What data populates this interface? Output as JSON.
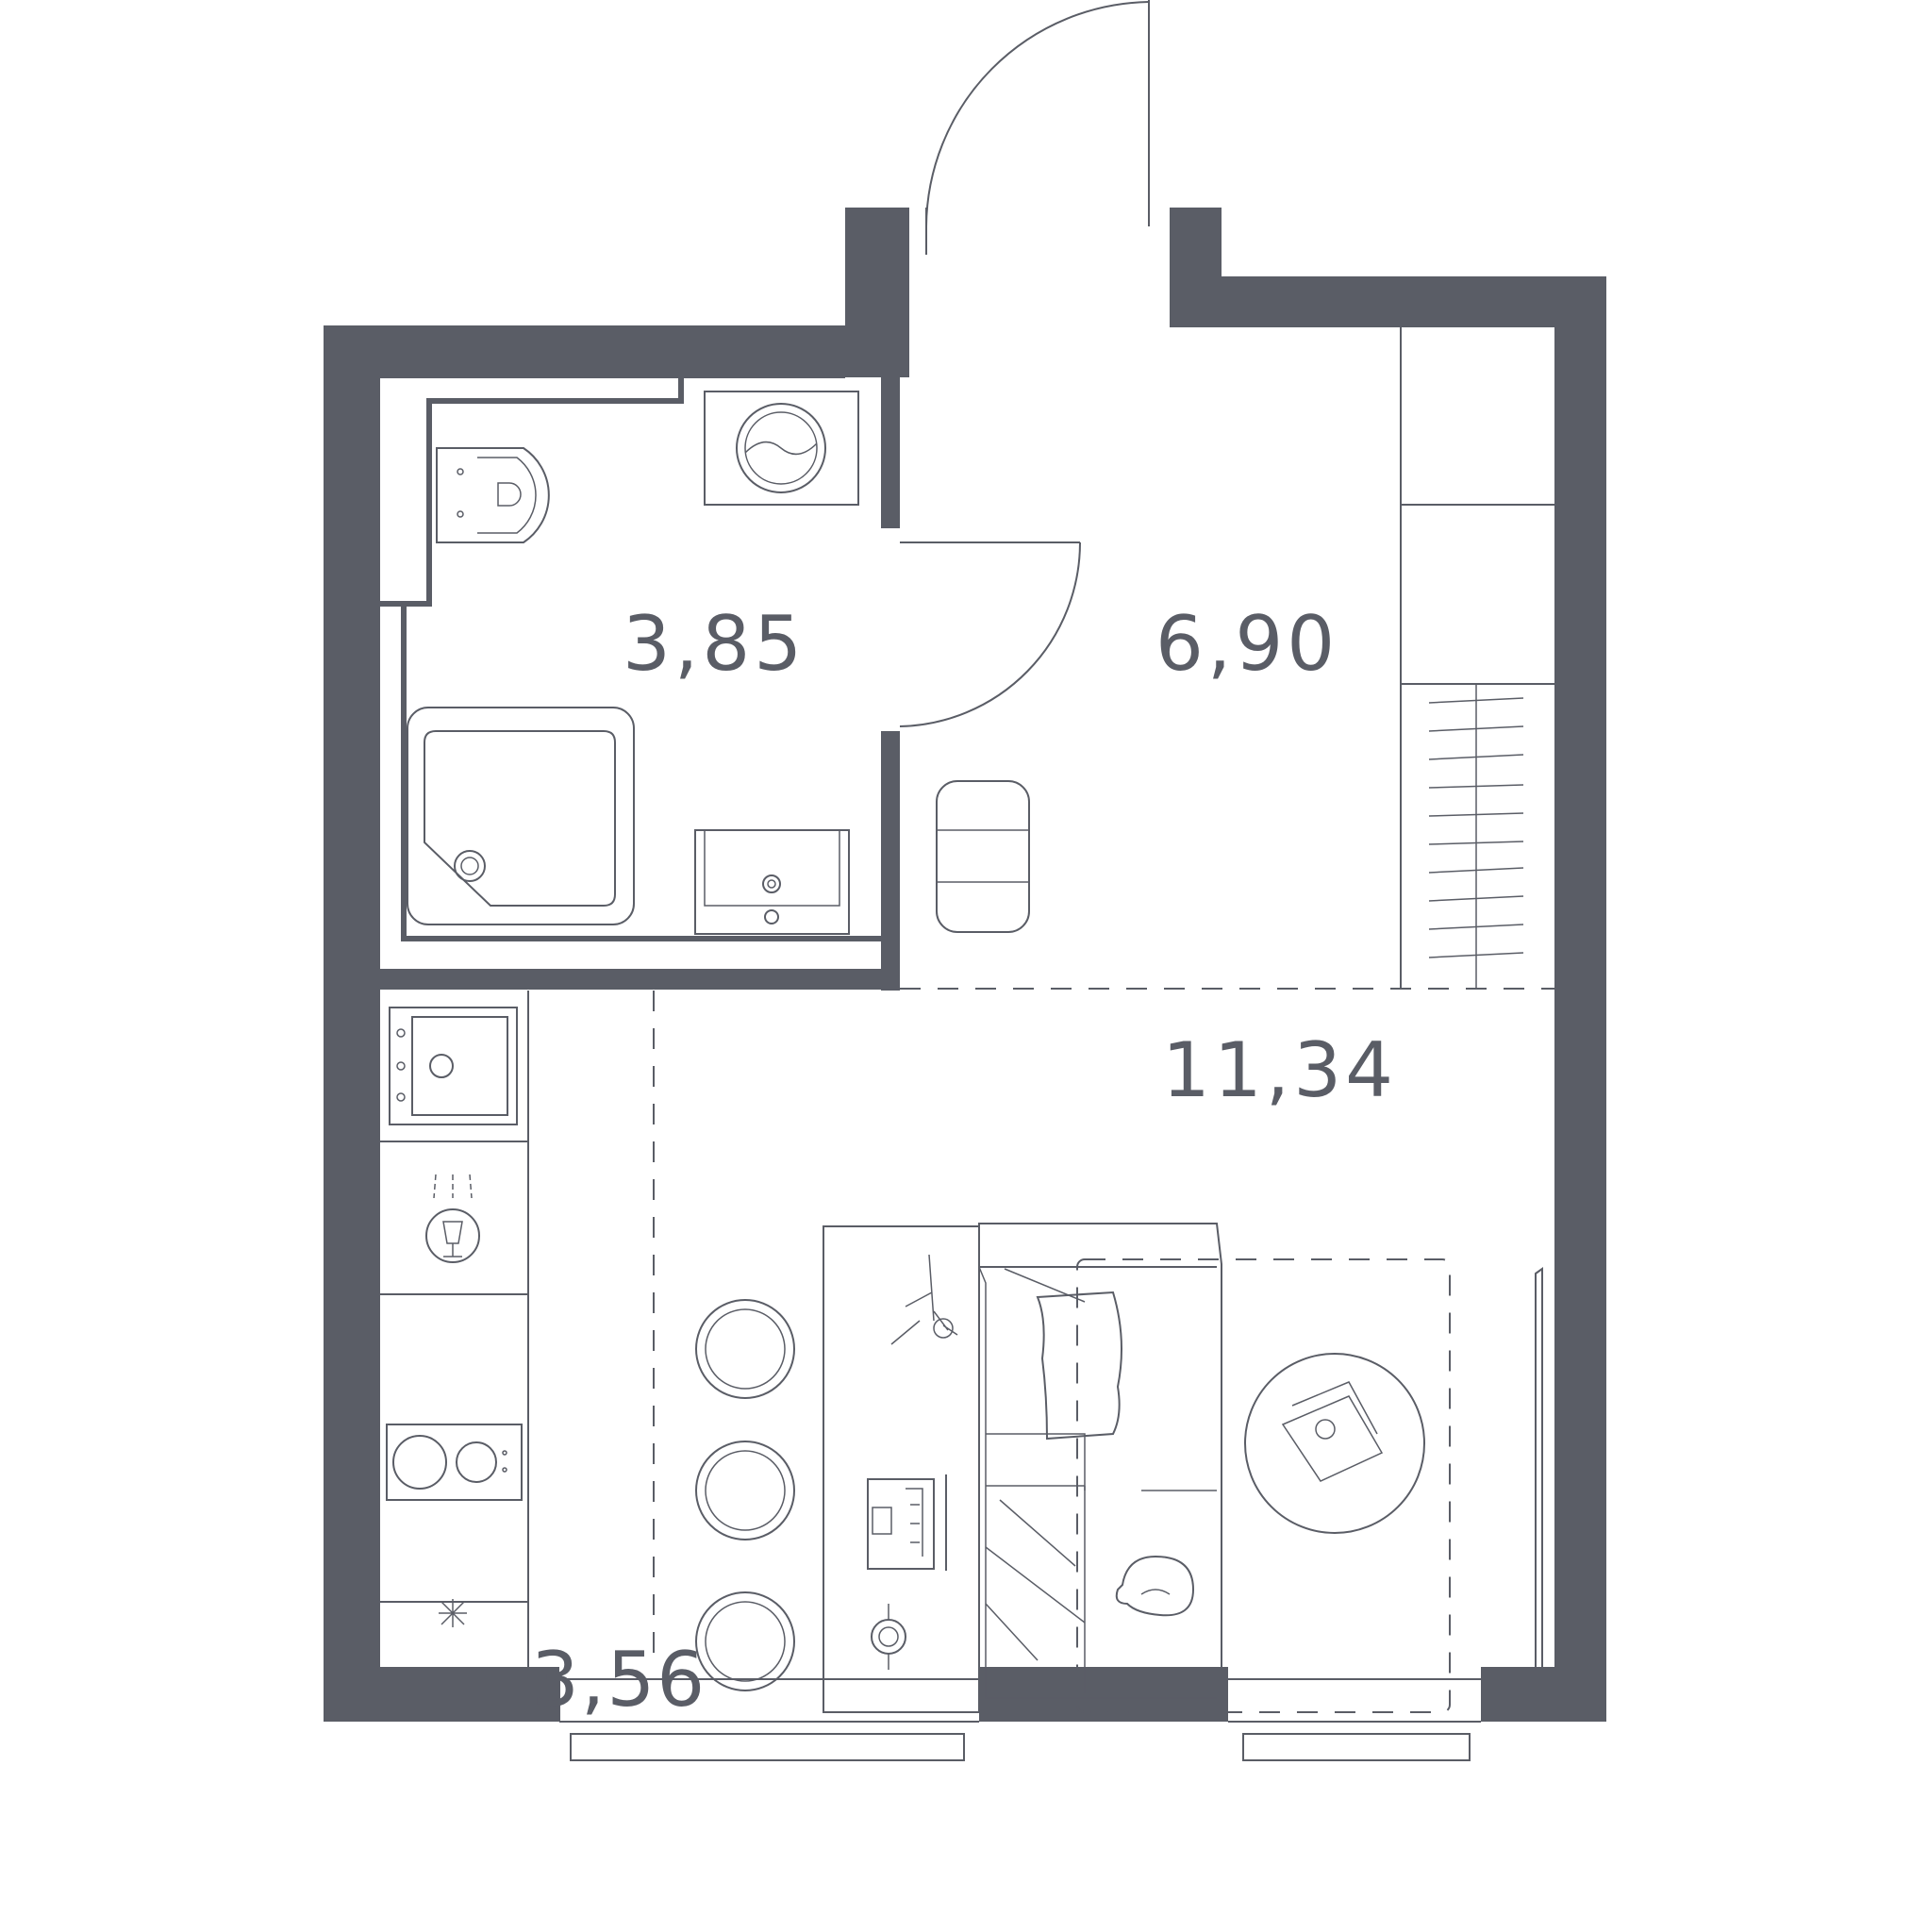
{
  "rooms": [
    {
      "id": "bathroom",
      "area": "3,85"
    },
    {
      "id": "hallway",
      "area": "6,90"
    },
    {
      "id": "living_room",
      "area": "11,34"
    },
    {
      "id": "kitchen",
      "area": "3,56"
    }
  ],
  "colors": {
    "wall": "#5a5d66",
    "line": "#5a5d66",
    "background": "#ffffff"
  },
  "icons": [
    "entrance-door-swing-icon",
    "bathroom-door-swing-icon",
    "toilet-icon",
    "washing-machine-icon",
    "shower-tray-icon",
    "washbasin-icon",
    "ottoman-icon",
    "wardrobe-icon",
    "kitchen-sink-icon",
    "dishwasher-icon",
    "cooktop-icon",
    "fridge-icon",
    "bar-stool-icon",
    "desk-icon",
    "laptop-icon",
    "sofa-icon",
    "cushion-icon",
    "rug-icon",
    "coffee-table-icon",
    "cat-icon",
    "tv-icon",
    "window-icon",
    "balcony-icon"
  ]
}
